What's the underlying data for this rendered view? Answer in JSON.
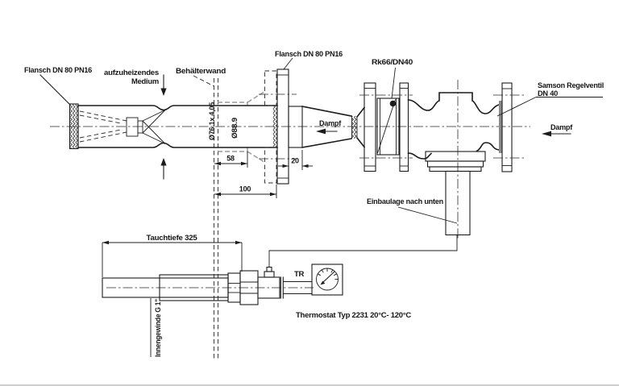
{
  "drawing": {
    "labels": {
      "flansch_left": "Flansch DN 80 PN16",
      "medium": {
        "line1": "aufzuheizendes",
        "line2": "Medium"
      },
      "behaelterwand": "Behälterwand",
      "flansch_mid": "Flansch DN 80 PN16",
      "rk66": "Rk66/DN40",
      "samson": {
        "line1": "Samson Regelventil",
        "line2": "DN 40"
      },
      "dampf_left": "Dampf",
      "dampf_right": "Dampf",
      "einbaulage": "Einbaulage nach unten",
      "tr": "TR",
      "thermostat": "Thermostat Typ 2231 20°C- 120°C",
      "tauchtiefe": "Tauchtiefe 325",
      "innengewinde": "Innengewinde G 1\""
    },
    "dimensions": {
      "pipe_diameter": "Ø76.1x 4,05",
      "sleeve_diameter": "Ø88.9",
      "d58": "58",
      "d100": "100",
      "d20": "20"
    },
    "colors": {
      "line": "#1c1c1c",
      "hidden_line": "#9b9b9b",
      "gasket_fill": "#8a8a8a",
      "background": "#ffffff"
    }
  }
}
